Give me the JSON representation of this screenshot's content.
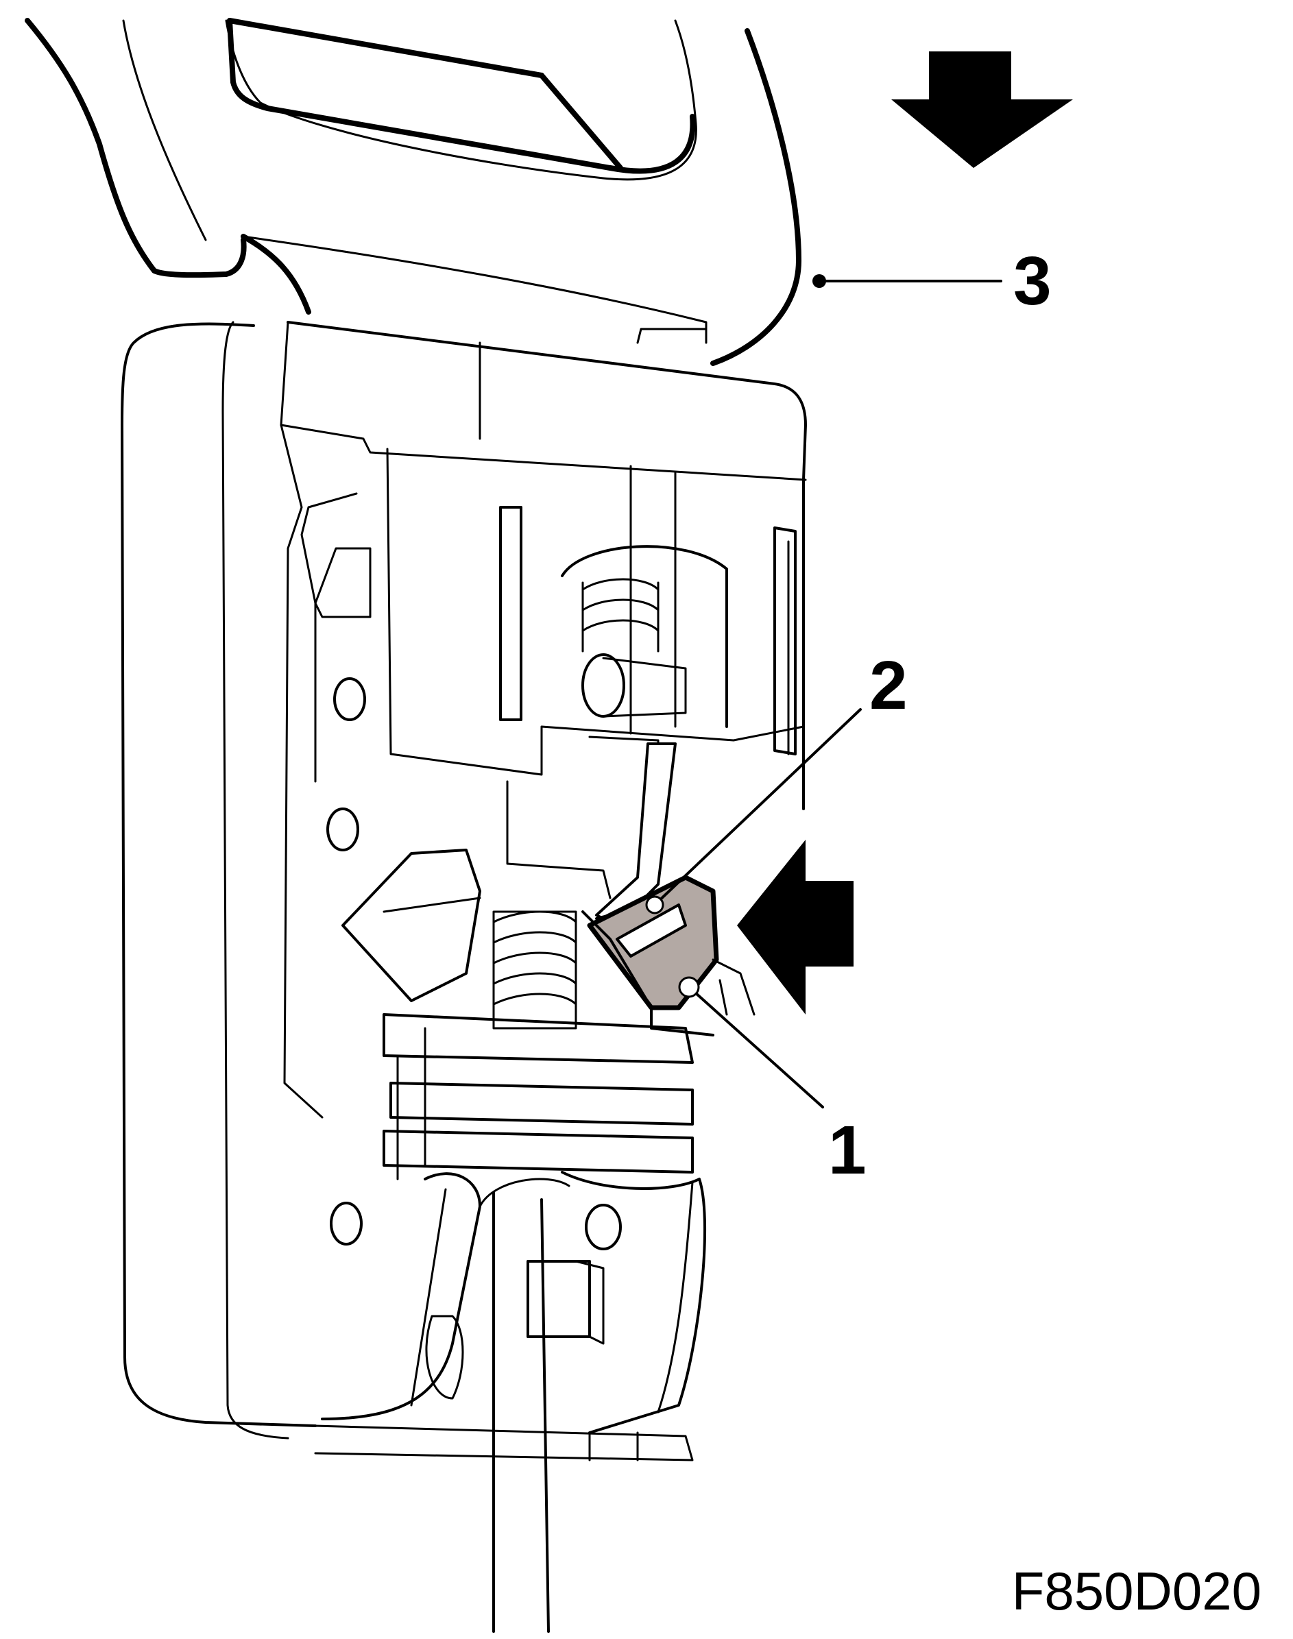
{
  "figure": {
    "callouts": [
      {
        "id": "1",
        "label": "1"
      },
      {
        "id": "2",
        "label": "2"
      },
      {
        "id": "3",
        "label": "3"
      }
    ],
    "figure_code": "F850D020"
  },
  "colors": {
    "line": "#000000",
    "background": "#ffffff",
    "highlight": "#b3a9a4"
  },
  "icons": [
    "down-arrow-icon",
    "left-arrow-icon"
  ]
}
